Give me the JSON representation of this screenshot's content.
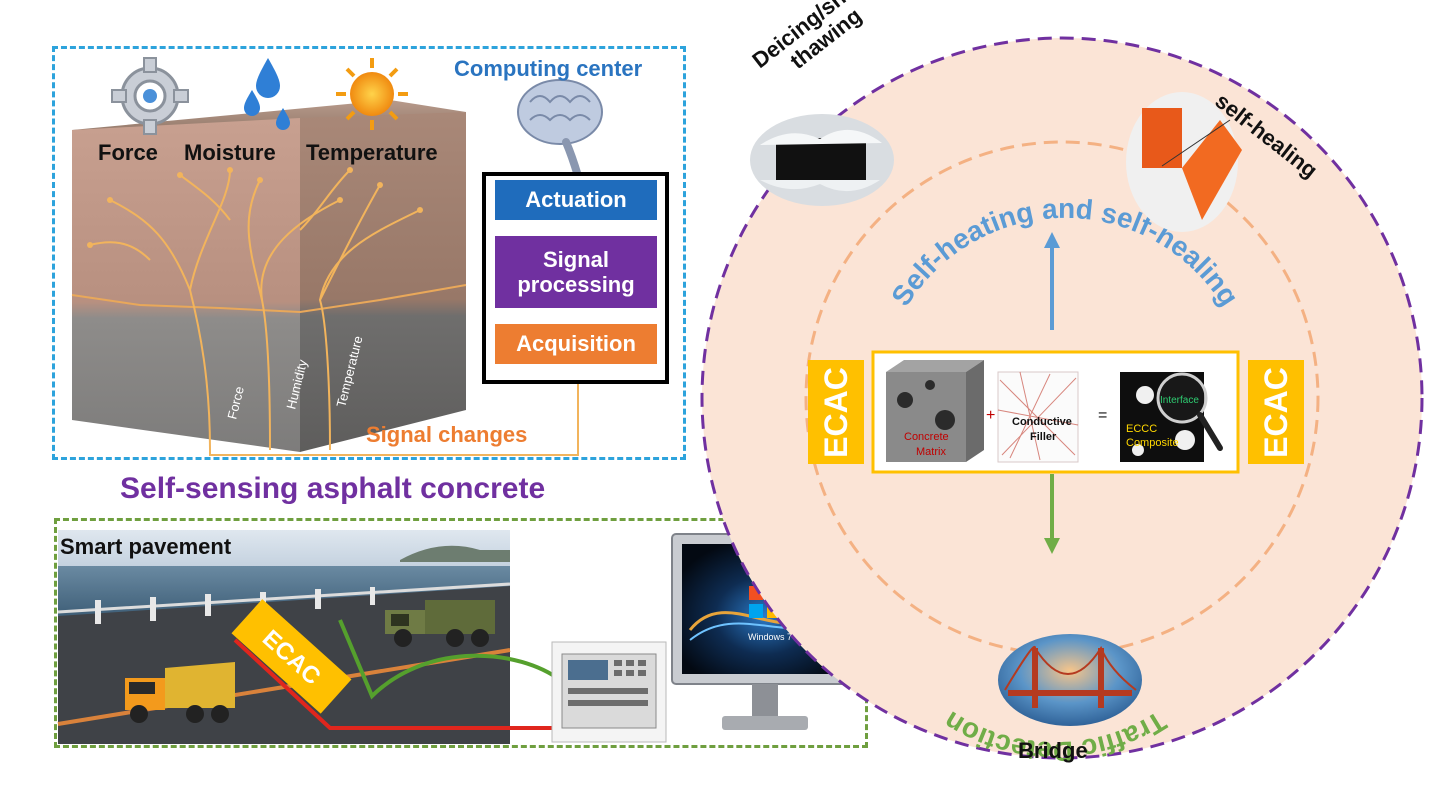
{
  "left": {
    "computing_center": "Computing center",
    "inputs": [
      "Force",
      "Moisture",
      "Temperature"
    ],
    "wire_labels": [
      "Force",
      "Humidity",
      "Temperature"
    ],
    "stack": [
      "Actuation",
      "Signal processing",
      "Acquisition"
    ],
    "signal_changes": "Signal changes",
    "title": "Self-sensing asphalt concrete"
  },
  "bottom": {
    "label": "Smart pavement",
    "ecac_tag": "ECAC",
    "monitor_text": "Windows 7"
  },
  "right": {
    "outer_labels": {
      "deicing": [
        "Deicing/snow",
        "thawing"
      ],
      "self_healing": "self-healing",
      "bridge": "Bridge"
    },
    "arc_top": "Self-heating and self-healing",
    "arc_bottom": "Traffic Detection",
    "ecac_left": "ECAC",
    "ecac_right": "ECAC",
    "composite": {
      "matrix": [
        "Concrete",
        "Matrix"
      ],
      "plus": "+",
      "filler": [
        "Conductive",
        "Filler"
      ],
      "equals": "=",
      "result": [
        "ECCC",
        "Composite"
      ],
      "interface": "Interface"
    }
  },
  "colors": {
    "blue": "#2a74c0",
    "purple": "#7030a0",
    "orange": "#ed7d31",
    "ecac_yellow": "#ffc000",
    "green": "#70ad47",
    "arc_blue": "#5b9bd5",
    "circle_fill": "#fbe4d6"
  }
}
